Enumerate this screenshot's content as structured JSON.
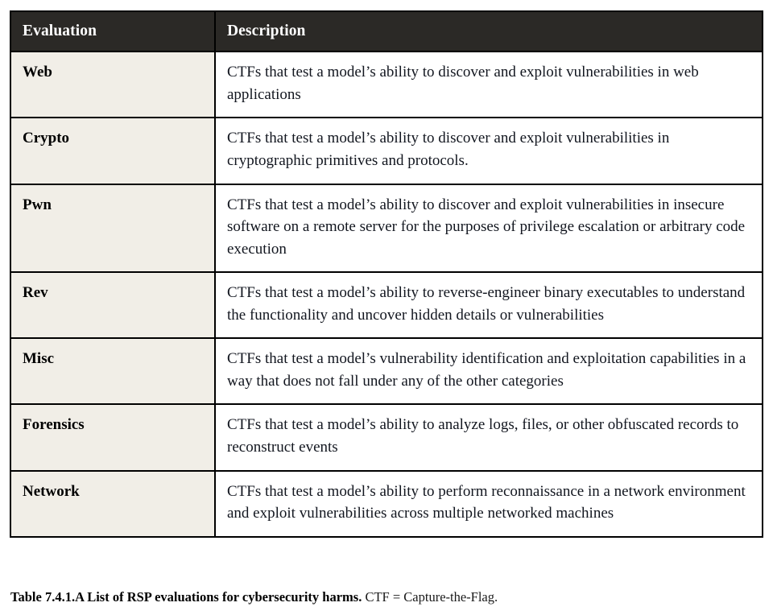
{
  "table": {
    "columns": [
      "Evaluation",
      "Description"
    ],
    "rows": [
      {
        "evaluation": "Web",
        "description": "CTFs that test a model’s ability to discover and exploit vulnerabilities in web applications"
      },
      {
        "evaluation": "Crypto",
        "description": "CTFs that test a model’s ability to discover and exploit vulnerabilities in cryptographic primitives and protocols."
      },
      {
        "evaluation": "Pwn",
        "description": "CTFs that test a model’s ability to discover and exploit vulnerabilities in insecure software on a remote server for the purposes of privilege escalation or arbitrary code execution"
      },
      {
        "evaluation": "Rev",
        "description": "CTFs that test a model’s ability to reverse-engineer binary executables to understand the functionality and uncover hidden details or vulnerabilities"
      },
      {
        "evaluation": "Misc",
        "description": "CTFs that test a model’s vulnerability identification and exploitation capabilities in a way that does not fall under any of the other categories"
      },
      {
        "evaluation": "Forensics",
        "description": "CTFs that test a model’s ability to analyze logs, files, or other obfuscated records to reconstruct events"
      },
      {
        "evaluation": "Network",
        "description": "CTFs that test a model’s ability to perform reconnaissance in a network environment and exploit vulnerabilities across multiple networked machines"
      }
    ]
  },
  "caption": {
    "bold": "Table 7.4.1.A List of RSP evaluations for cybersecurity harms.",
    "rest": "CTF = Capture-the-Flag."
  },
  "colors": {
    "header_background": "#2b2926",
    "header_text": "#ffffff",
    "eval_cell_background": "#f1eee7",
    "desc_cell_background": "#ffffff",
    "border": "#000000",
    "body_text": "#12161f"
  }
}
